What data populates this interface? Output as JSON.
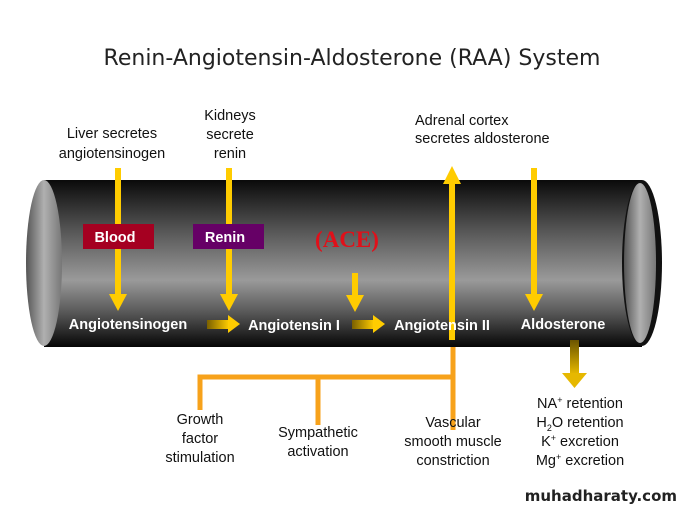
{
  "title": "Renin-Angiotensin-Aldosterone (RAA) System",
  "inputs": {
    "liver": [
      "Liver secretes",
      "angiotensinogen"
    ],
    "kidneys": [
      "Kidneys",
      "secrete",
      "renin"
    ],
    "adrenal": [
      "Adrenal cortex",
      "secretes aldosterone"
    ]
  },
  "boxes": {
    "blood": {
      "label": "Blood",
      "color": "#a50021"
    },
    "renin": {
      "label": "Renin",
      "color": "#660066"
    }
  },
  "enzyme": {
    "label": "(ACE)",
    "color": "#e0101a"
  },
  "molecules": [
    "Angiotensinogen",
    "Angiotensin I",
    "Angiotensin II",
    "Aldosterone"
  ],
  "effects_ang2": [
    [
      "Growth",
      "factor",
      "stimulation"
    ],
    [
      "Sympathetic",
      "activation"
    ],
    [
      "Vascular",
      "smooth muscle",
      "constriction"
    ]
  ],
  "effects_aldo": [
    {
      "base": "NA",
      "sup": "+",
      "sub": "",
      "rest": " retention"
    },
    {
      "base": "H",
      "sup": "",
      "sub": "2",
      "rest": "O retention"
    },
    {
      "base": "K",
      "sup": "+",
      "sub": "",
      "rest": " excretion"
    },
    {
      "base": "Mg",
      "sup": "+",
      "sub": "",
      "rest": " excretion"
    }
  ],
  "watermark": "muhadharaty.com",
  "colors": {
    "arrow": "#ffcc00",
    "branch": "#f7a21b",
    "aldo_arrow": "#d4a800"
  }
}
